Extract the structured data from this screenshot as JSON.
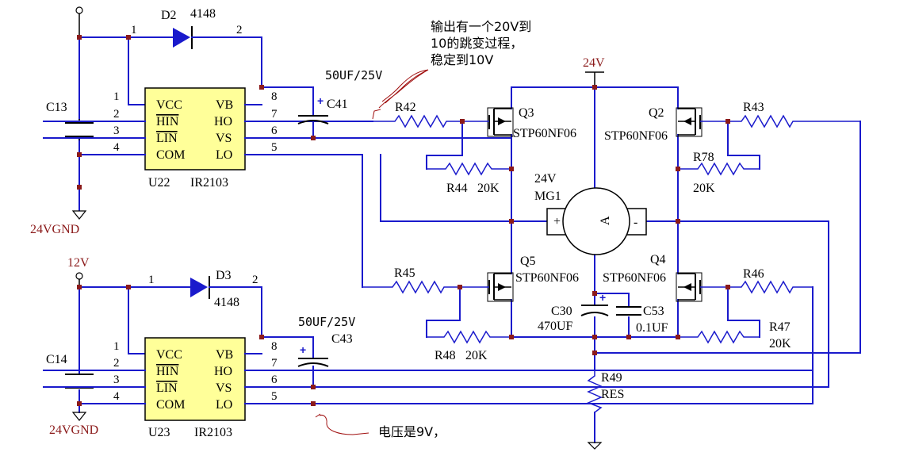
{
  "u22": {
    "ref": "U22",
    "part": "IR2103",
    "pins_left": [
      "VCC",
      "HIN",
      "LIN",
      "COM"
    ],
    "pins_right": [
      "VB",
      "HO",
      "VS",
      "LO"
    ],
    "nums_left": [
      "1",
      "2",
      "3",
      "4"
    ],
    "nums_right": [
      "8",
      "7",
      "6",
      "5"
    ]
  },
  "u23": {
    "ref": "U23",
    "part": "IR2103",
    "pins_left": [
      "VCC",
      "HIN",
      "LIN",
      "COM"
    ],
    "pins_right": [
      "VB",
      "HO",
      "VS",
      "LO"
    ],
    "nums_left": [
      "1",
      "2",
      "3",
      "4"
    ],
    "nums_right": [
      "8",
      "7",
      "6",
      "5"
    ]
  },
  "d2": {
    "ref": "D2",
    "part": "4148",
    "pin1": "1",
    "pin2": "2"
  },
  "d3": {
    "ref": "D3",
    "part": "4148",
    "pin1": "1",
    "pin2": "2"
  },
  "c13": "C13",
  "c14": "C14",
  "c41": {
    "ref": "C41",
    "value": "50UF/25V"
  },
  "c43": {
    "ref": "C43",
    "value": "50UF/25V"
  },
  "gnd_top": "24VGND",
  "gnd_bottom": "24VGND",
  "v12": "12V",
  "v24_top": "24V",
  "q3": {
    "ref": "Q3",
    "part": "STP60NF06"
  },
  "q2": {
    "ref": "Q2",
    "part": "STP60NF06"
  },
  "q5": {
    "ref": "Q5",
    "part": "STP60NF06"
  },
  "q4": {
    "ref": "Q4",
    "part": "STP60NF06"
  },
  "r42": "R42",
  "r43": "R43",
  "r44": {
    "ref": "R44",
    "value": "20K"
  },
  "r78": {
    "ref": "R78",
    "value": "20K"
  },
  "r45": "R45",
  "r46": "R46",
  "r47": {
    "ref": "R47",
    "value": "20K"
  },
  "r48": {
    "ref": "R48",
    "value": "20K"
  },
  "r49": {
    "ref": "R49",
    "value": "RES"
  },
  "mg1": {
    "ref": "MG1",
    "voltage": "24V",
    "center": "A",
    "plus": "+",
    "minus": "-"
  },
  "c30": {
    "ref": "C30",
    "value": "470UF"
  },
  "c53": {
    "ref": "C53",
    "value": "0.1UF"
  },
  "annotation_top": [
    "输出有一个20V到",
    "10的跳变过程，",
    "稳定到10V"
  ],
  "annotation_bottom": "电压是9V，",
  "polarity_plus": "+"
}
